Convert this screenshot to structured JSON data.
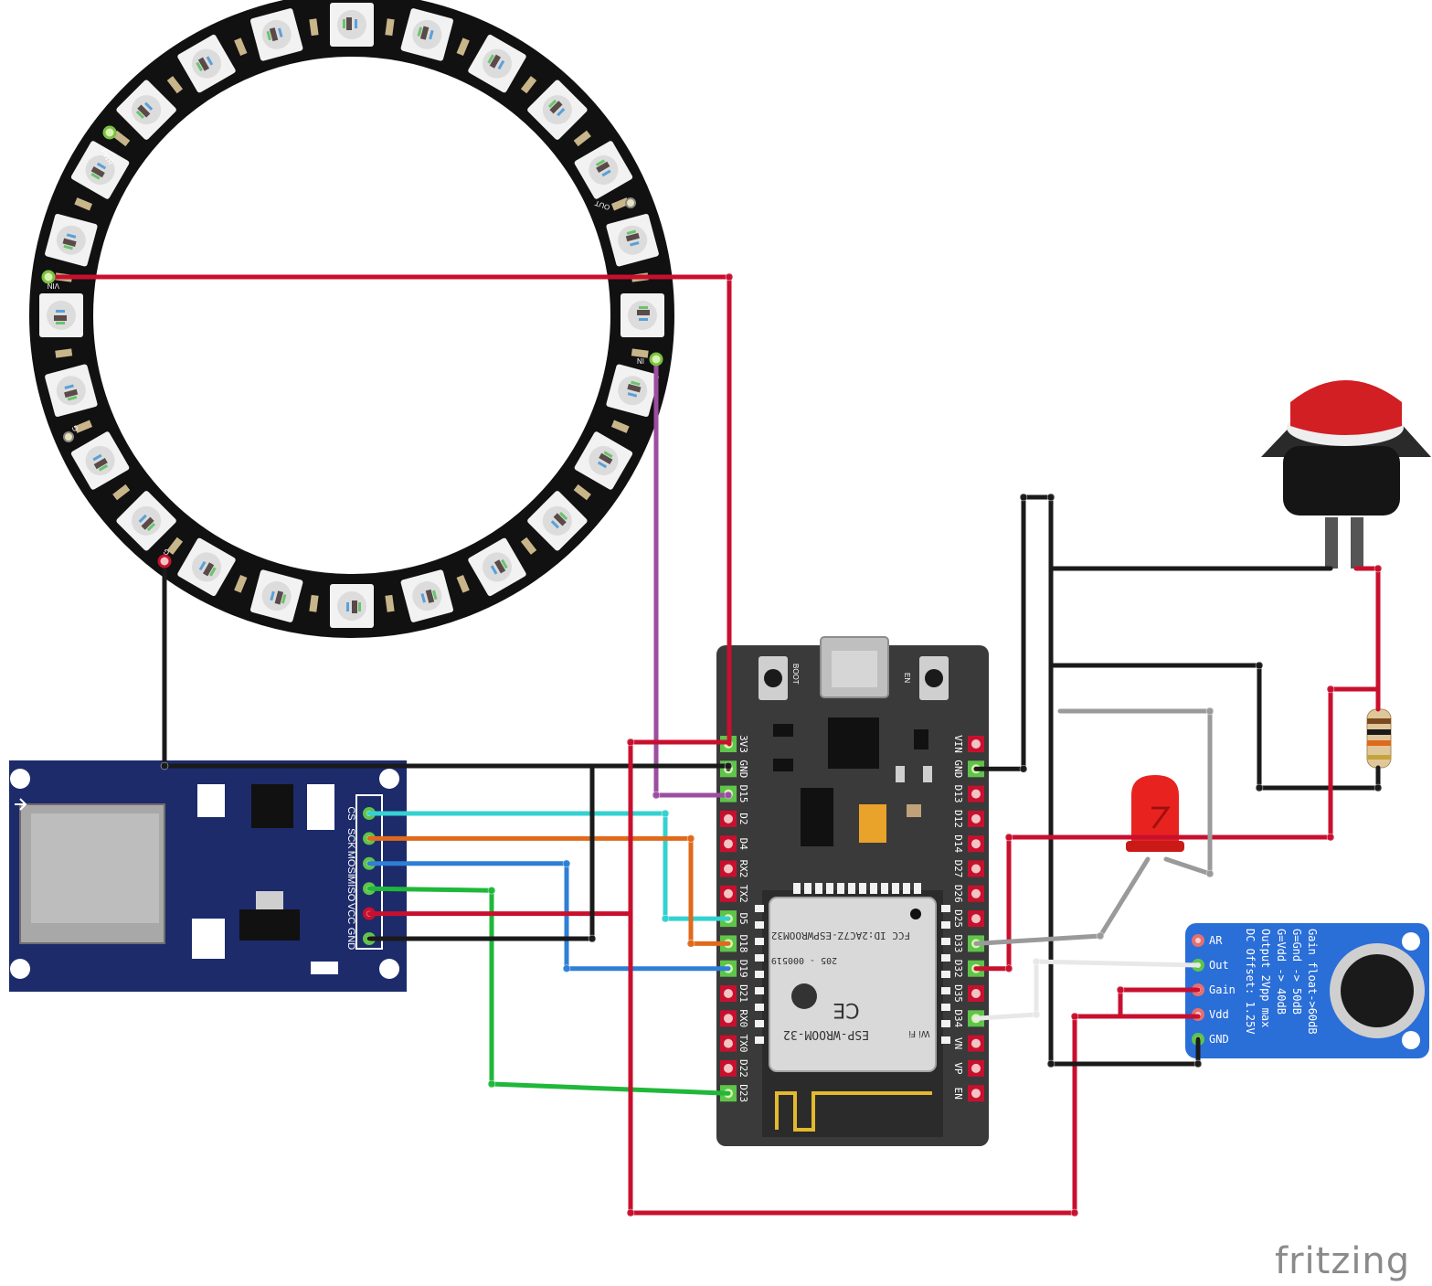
{
  "brand": {
    "text": "fritzing"
  },
  "esp32": {
    "module_text": "ESP-WROOM-32",
    "fcc_text": "FCC ID:2AC7Z-ESPWROOM32",
    "cert_text": "205 - 000519",
    "ce_text": "CE",
    "wifi_text": "Wi Fi",
    "button_boot": "BOOT",
    "button_en": "EN",
    "left_pins": [
      "3V3",
      "GND",
      "D15",
      "D2",
      "D4",
      "RX2",
      "TX2",
      "D5",
      "D18",
      "D19",
      "D21",
      "RX0",
      "TX0",
      "D22",
      "D23"
    ],
    "right_pins": [
      "VIN",
      "GND",
      "D13",
      "D12",
      "D14",
      "D27",
      "D26",
      "D25",
      "D33",
      "D32",
      "D35",
      "D34",
      "VN",
      "VP",
      "EN"
    ]
  },
  "sd_module": {
    "pins": [
      "CS",
      "SCK",
      "MOSI",
      "MISO",
      "VCC",
      "GND"
    ]
  },
  "ring": {
    "labels": {
      "pwr": "PWR",
      "out": "OUT",
      "in": "IN",
      "vin": "VIN",
      "g1": "G",
      "g2": "G"
    }
  },
  "mic": {
    "pins": [
      "AR",
      "Out",
      "Gain",
      "Vdd",
      "GND"
    ],
    "notes": [
      "Gain float->60dB",
      "G=Gnd -> 50dB",
      "G=Vdd -> 40dB",
      "Output 2Vpp max",
      "DC Offset: 1.25V"
    ]
  },
  "colors": {
    "wire_red": "#c8102e",
    "wire_black": "#1a1a1a",
    "wire_purple": "#9b4ea0",
    "wire_cyan": "#35d1d1",
    "wire_orange": "#e06a1b",
    "wire_blue": "#2e7fd6",
    "wire_green": "#1fb83a",
    "wire_grey": "#9a9a9a",
    "wire_white": "#e8e8e8",
    "board_esp": "#3a3a3a",
    "board_sd": "#1d2b6b",
    "board_mic": "#2a6ed8",
    "button_red": "#d11f24",
    "led_red": "#e8231f"
  }
}
